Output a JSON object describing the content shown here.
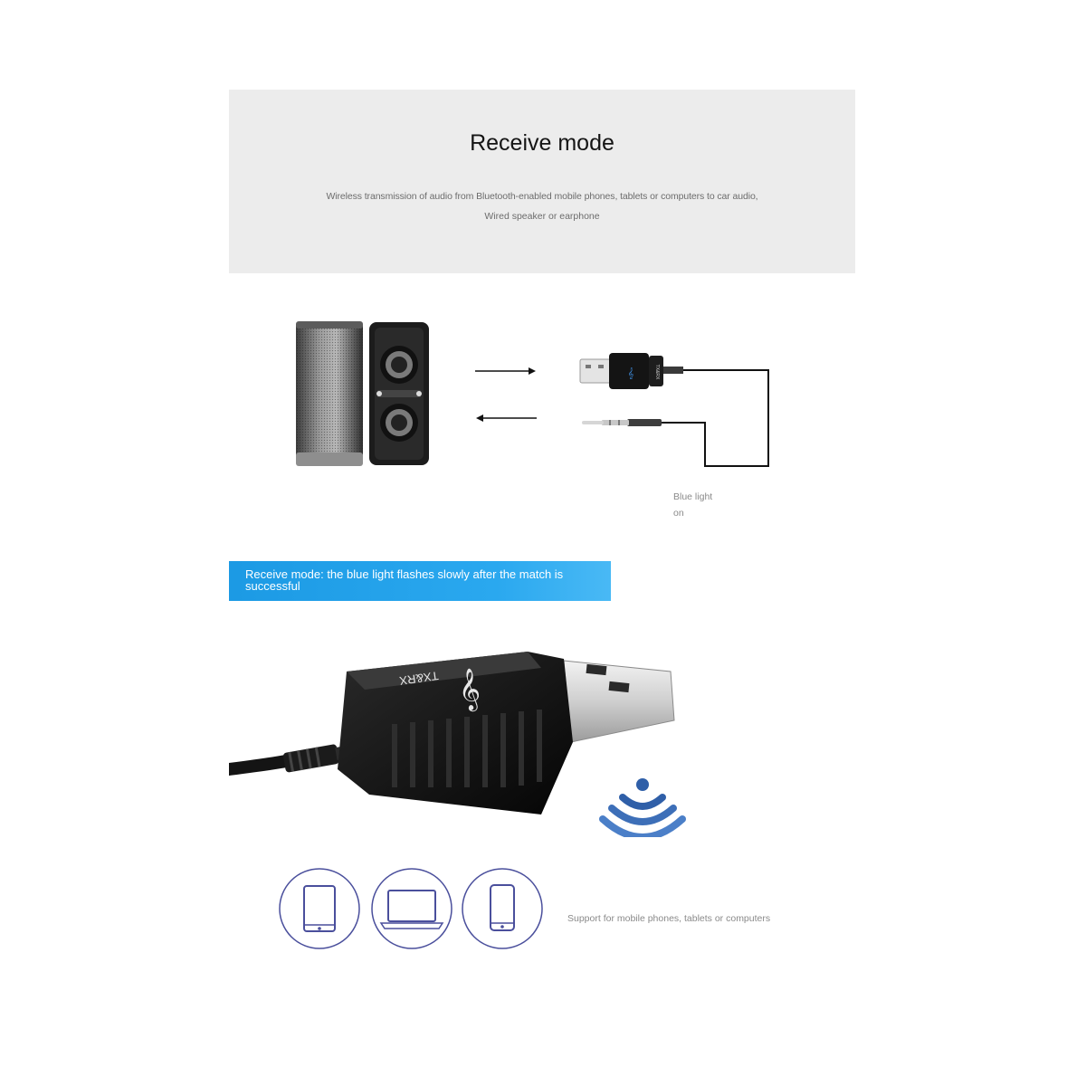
{
  "header": {
    "title": "Receive mode",
    "description_line1": "Wireless transmission of audio from Bluetooth-enabled mobile phones, tablets or computers to car audio,",
    "description_line2": "Wired speaker or earphone"
  },
  "diagram": {
    "light_note_line1": "Blue light",
    "light_note_line2": "on",
    "device_label": "TX&RX"
  },
  "banner": {
    "text": "Receive mode: the blue light flashes slowly after the match is successful"
  },
  "product": {
    "label": "TX&RX"
  },
  "support": {
    "text": "Support for mobile phones, tablets or computers"
  },
  "colors": {
    "banner": "#1c9ae4",
    "wifi": "#2f5fa8",
    "device_outline": "#4a4f9c"
  }
}
